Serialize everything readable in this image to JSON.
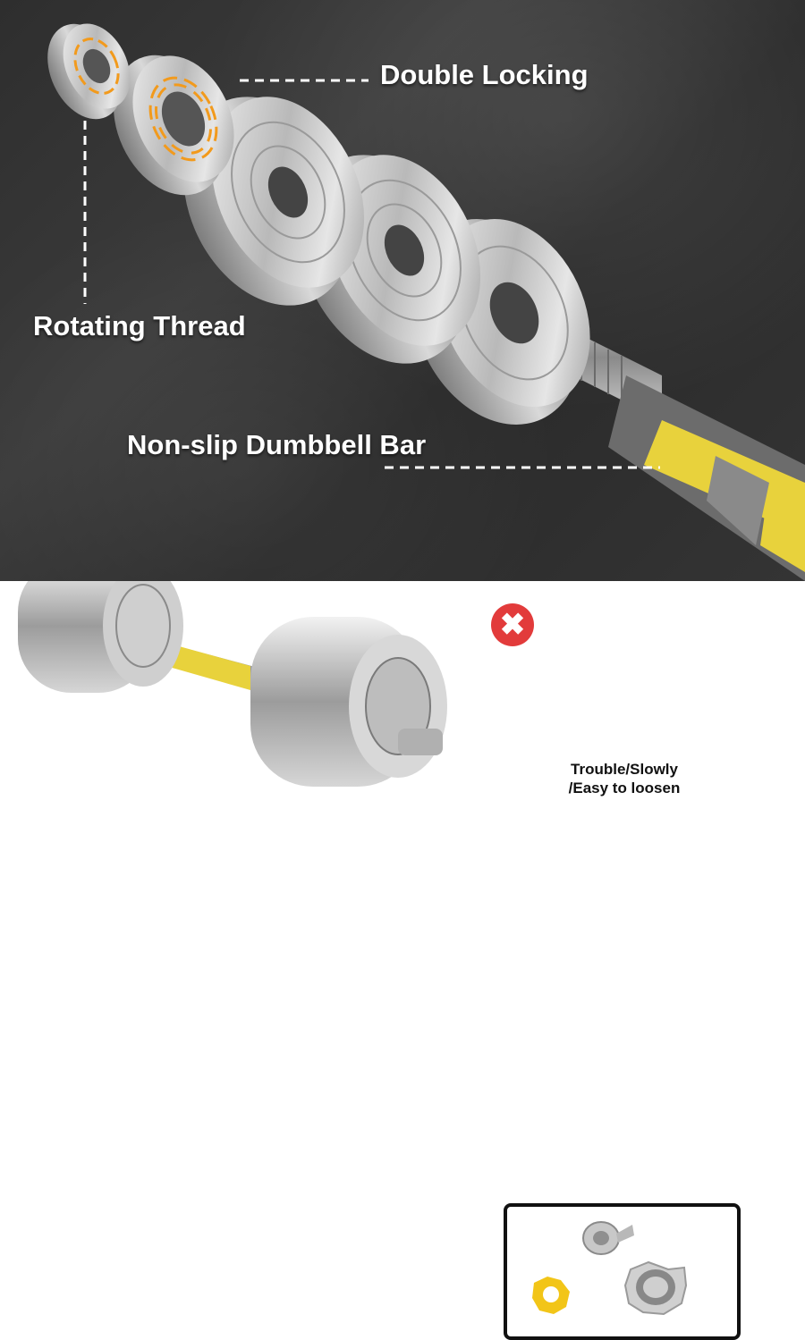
{
  "labels": {
    "double_locking": "Double Locking",
    "rotating_thread": "Rotating Thread",
    "non_slip_bar": "Non-slip Dumbbell Bar"
  },
  "inset": {
    "badge_icon": "x-icon",
    "badge_glyph": "✖",
    "caption_line1": "Trouble/Slowly",
    "caption_line2": "/Easy to loosen"
  },
  "colors": {
    "grip_yellow": "#e8d23c",
    "badge_red": "#e23b3b",
    "arrow_orange": "#f29a1c"
  }
}
